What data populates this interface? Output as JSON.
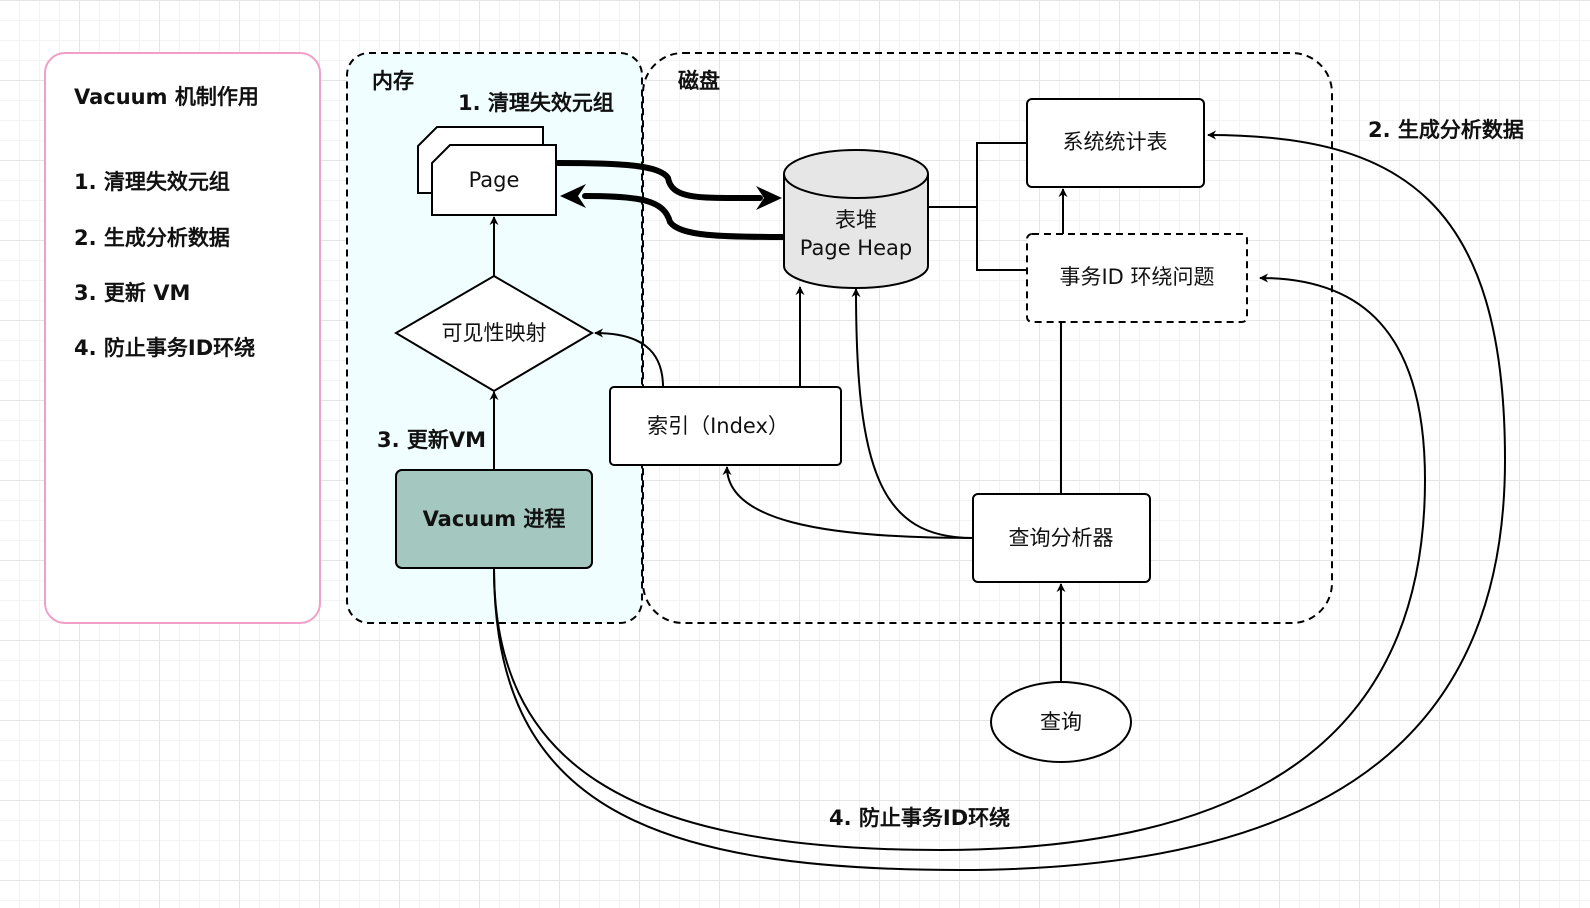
{
  "legend": {
    "title": "Vacuum 机制作用",
    "items": [
      "1. 清理失效元组",
      "2. 生成分析数据",
      "3. 更新 VM",
      "4. 防止事务ID环绕"
    ]
  },
  "groups": {
    "memory": "内存",
    "disk": "磁盘"
  },
  "nodes": {
    "page": "Page",
    "visibility_map": "可见性映射",
    "vacuum_process": "Vacuum 进程",
    "heap_line1": "表堆",
    "heap_line2": "Page Heap",
    "index": "索引（Index）",
    "stats_table": "系统统计表",
    "xid_wraparound": "事务ID 环绕问题",
    "query_analyzer": "查询分析器",
    "query": "查询"
  },
  "edge_labels": {
    "clean": "1. 清理失效元组",
    "analyze": "2. 生成分析数据",
    "update_vm": "3. 更新VM",
    "prevent_wrap": "4. 防止事务ID环绕"
  },
  "colors": {
    "legend_border": "#f0a0c8",
    "memory_fill": "#f0feff",
    "vacuum_fill": "#a4c8c0",
    "heap_fill": "#e6e6e6"
  }
}
